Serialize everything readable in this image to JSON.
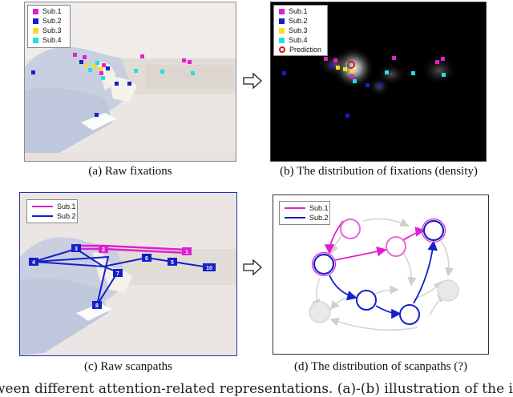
{
  "panels": {
    "a": {
      "caption": "(a) Raw fixations",
      "legend": [
        {
          "label": "Sub.1",
          "color": "#e020d0"
        },
        {
          "label": "Sub.2",
          "color": "#1520c8"
        },
        {
          "label": "Sub.3",
          "color": "#f0e020"
        },
        {
          "label": "Sub.4",
          "color": "#20e0e0"
        }
      ]
    },
    "b": {
      "caption": "(b) The distribution of fixations (density)",
      "legend": [
        {
          "label": "Sub.1",
          "color": "#e020d0"
        },
        {
          "label": "Sub.2",
          "color": "#1520c8"
        },
        {
          "label": "Sub.3",
          "color": "#f0e020"
        },
        {
          "label": "Sub.4",
          "color": "#20e0e0"
        },
        {
          "label": "Prediction",
          "color": "#e01010"
        }
      ]
    },
    "c": {
      "caption": "(c) Raw scanpaths",
      "legend": [
        {
          "label": "Sub.1",
          "color": "#e020d0"
        },
        {
          "label": "Sub.2",
          "color": "#1520c8"
        }
      ],
      "node_labels": {
        "n2": "2",
        "n3": "3",
        "n1": "1",
        "n4": "4",
        "n5": "5",
        "n6": "6",
        "n7": "7",
        "n8": "8",
        "n10": "10"
      }
    },
    "d": {
      "caption": "(d) The distribution of scanpaths (?)",
      "legend": [
        {
          "label": "Sub.1",
          "color": "#e020d0"
        },
        {
          "label": "Sub.2",
          "color": "#1520c8"
        }
      ]
    }
  },
  "footer_text": "ween different attention-related representations. (a)-(b) illustration of the i"
}
